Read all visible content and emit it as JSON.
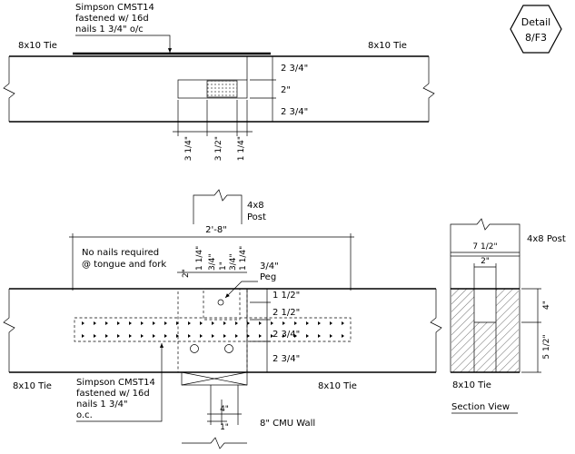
{
  "detail_tag": {
    "line1": "Detail",
    "line2": "8/F3"
  },
  "top_view": {
    "strap_note": {
      "l1": "Simpson CMST14",
      "l2": "fastened w/ 16d",
      "l3": "nails 1 3/4\" o/c"
    },
    "tie_left": "8x10 Tie",
    "tie_right": "8x10 Tie",
    "dims_vertical": [
      "2 3/4\"",
      "2\"",
      "2 3/4\""
    ],
    "dims_horizontal": [
      "3 1/4\"",
      "3 1/2\"",
      "1 1/4\""
    ]
  },
  "plan_view": {
    "post_label": {
      "l1": "4x8",
      "l2": "Post"
    },
    "overall_dim": "2'-8\"",
    "no_nails_note": {
      "l1": "No nails required",
      "l2": "@ tongue and fork"
    },
    "top_dims": [
      "2\"",
      "1 1/4\"",
      "3/4\"",
      "1\"",
      "3/4\"",
      "1 1/4\""
    ],
    "peg_label": {
      "l1": "3/4\"",
      "l2": "Peg"
    },
    "right_dims": [
      "1 1/2\"",
      "2 1/2\"",
      "2 3/4\"",
      "2 3/4\""
    ],
    "tie_left": "8x10 Tie",
    "tie_right": "8x10 Tie",
    "strap_note": {
      "l1": "Simpson CMST14",
      "l2": "fastened w/ 16d",
      "l3": "nails 1 3/4\"",
      "l4": "o.c."
    },
    "bottom_dims": [
      "4\"",
      "1\""
    ],
    "wall_label": "8\" CMU Wall"
  },
  "section_view": {
    "post_label": "4x8 Post",
    "width_dim": "7 1/2\"",
    "slot_dim": "2\"",
    "height_dims": [
      "4\"",
      "5 1/2\""
    ],
    "tie_label": "8x10 Tie",
    "title": "Section View"
  }
}
